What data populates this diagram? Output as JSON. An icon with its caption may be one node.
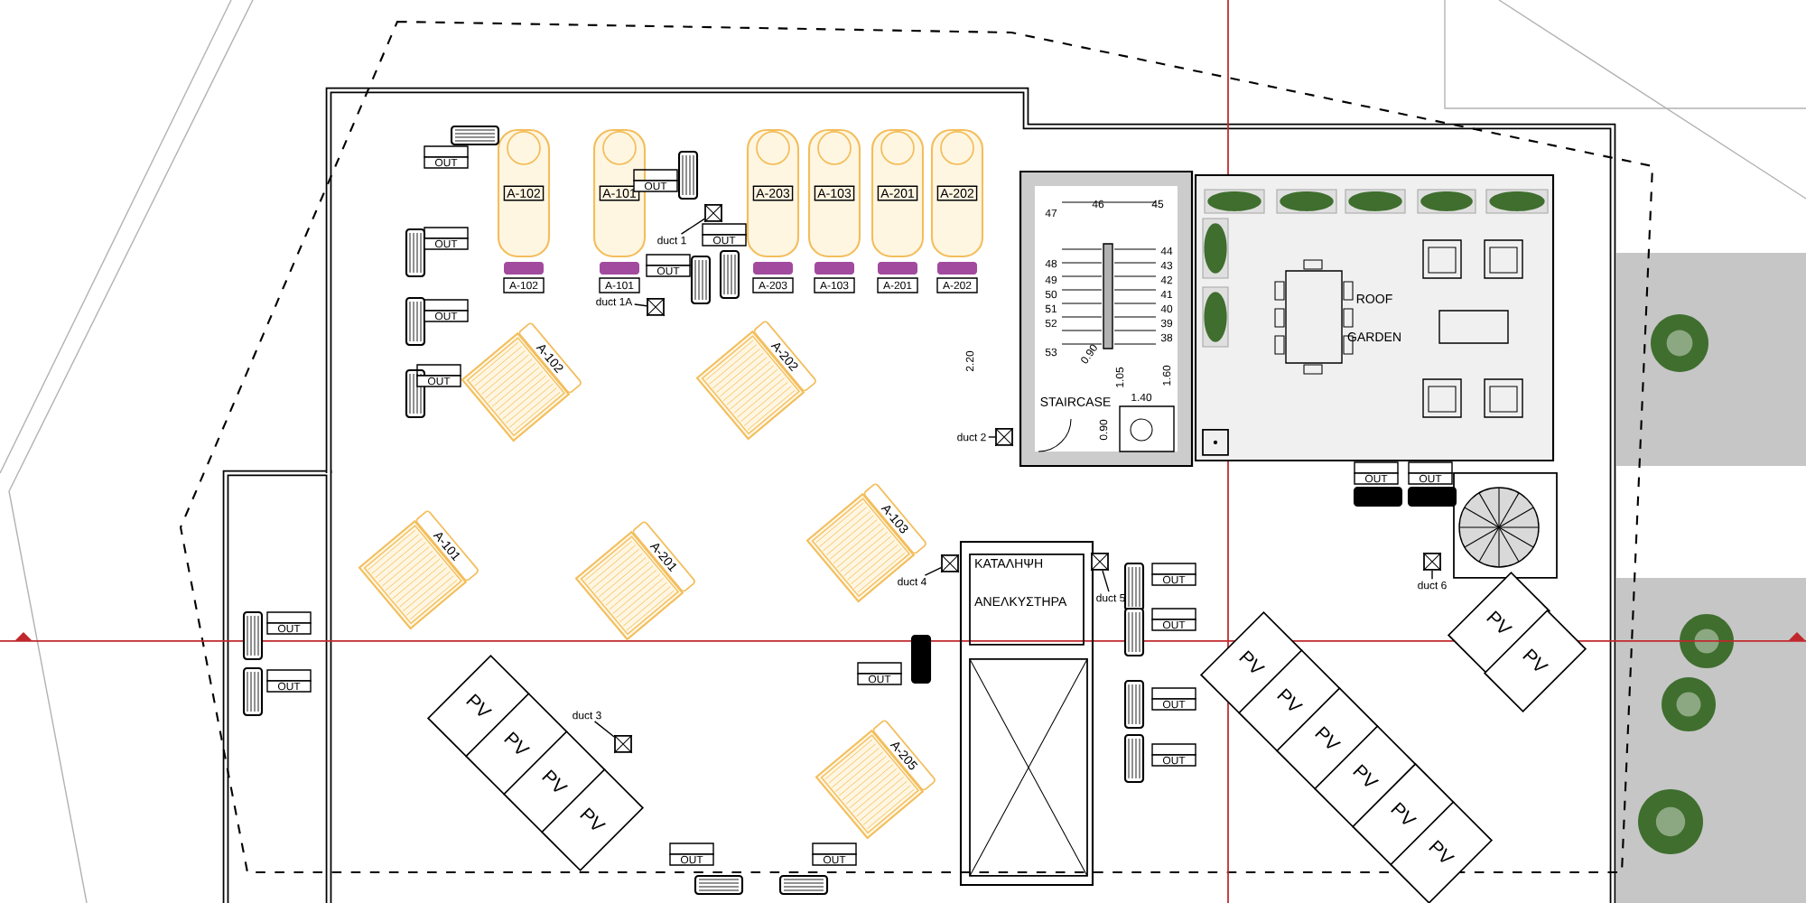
{
  "diagram": {
    "nodes": [
      {
        "text": [
          "A-102"
        ]
      },
      {
        "text": [
          "A-101"
        ]
      },
      {
        "text": [
          "A-203"
        ]
      },
      {
        "text": [
          "A-103"
        ]
      },
      {
        "text": [
          "A-201"
        ]
      },
      {
        "text": [
          "A-202"
        ]
      },
      {
        "text": [
          "A-102"
        ]
      },
      {
        "text": [
          "A-101"
        ]
      },
      {
        "text": [
          "A-203"
        ]
      },
      {
        "text": [
          "A-103"
        ]
      },
      {
        "text": [
          "A-201"
        ]
      },
      {
        "text": [
          "A-202"
        ]
      },
      {
        "text": [
          "A-102"
        ]
      },
      {
        "text": [
          "A-202"
        ]
      },
      {
        "text": [
          "A-101"
        ]
      },
      {
        "text": [
          "A-201"
        ]
      },
      {
        "text": [
          "A-103"
        ]
      },
      {
        "text": [
          "A-205"
        ]
      },
      {
        "text": [
          "STAIRCASE"
        ]
      },
      {
        "text": [
          "ROOF GARDEN"
        ]
      },
      {
        "text": [
          "ΚΑΤΑΛΗΨΗ ΑΝΕΛΚΥΣΤΗΡΑ"
        ]
      },
      {
        "text": [
          "PV"
        ]
      },
      {
        "text": [
          "PV"
        ]
      },
      {
        "text": [
          "PV"
        ]
      },
      {
        "text": [
          "PV"
        ]
      },
      {
        "text": [
          "PV"
        ]
      },
      {
        "text": [
          "PV"
        ]
      },
      {
        "text": [
          "PV"
        ]
      },
      {
        "text": [
          "PV"
        ]
      },
      {
        "text": [
          "PV"
        ]
      },
      {
        "text": [
          "PV"
        ]
      },
      {
        "text": [
          "PV"
        ]
      },
      {
        "text": [
          "PV"
        ]
      },
      {
        "text": [
          "duct 1"
        ]
      },
      {
        "text": [
          "duct 1A"
        ]
      },
      {
        "text": [
          "duct 2"
        ]
      },
      {
        "text": [
          "duct 4"
        ]
      },
      {
        "text": [
          "duct 5"
        ]
      },
      {
        "text": [
          "duct 6"
        ]
      },
      {
        "text": [
          "duct 3"
        ]
      },
      {
        "text": [],
        "shape": "box"
      },
      {
        "text": [],
        "shape": "box"
      },
      {
        "text": [],
        "shape": "box"
      },
      {
        "text": [],
        "shape": "box"
      },
      {
        "text": [],
        "shape": "box"
      },
      {
        "text": [],
        "shape": "box"
      },
      {
        "text": [],
        "shape": "box"
      }
    ],
    "edges": [
      {
        "from": 33,
        "to": 40,
        "arrow": "none"
      },
      {
        "from": 34,
        "to": 41,
        "arrow": "none"
      },
      {
        "from": 35,
        "to": 42,
        "arrow": "none"
      },
      {
        "from": 36,
        "to": 43,
        "arrow": "none"
      },
      {
        "from": 37,
        "to": 44,
        "arrow": "none"
      },
      {
        "from": 38,
        "to": 45,
        "arrow": "none"
      },
      {
        "from": 39,
        "to": 46,
        "arrow": "none"
      }
    ],
    "labels": [
      "46",
      "45",
      "47",
      "44",
      "48",
      "43",
      "49",
      "42",
      "50",
      "41",
      "51",
      "40",
      "52",
      "39",
      "38",
      "53",
      "2.20",
      "0.90",
      "1.05",
      "1.60",
      "1.40",
      "0.90",
      "OUT",
      "OUT",
      "OUT",
      "OUT",
      "OUT",
      "OUT",
      "OUT",
      "OUT",
      "OUT",
      "OUT",
      "OUT",
      "OUT",
      "OUT",
      "OUT",
      "OUT",
      "OUT",
      "OUT",
      "OUT"
    ]
  }
}
